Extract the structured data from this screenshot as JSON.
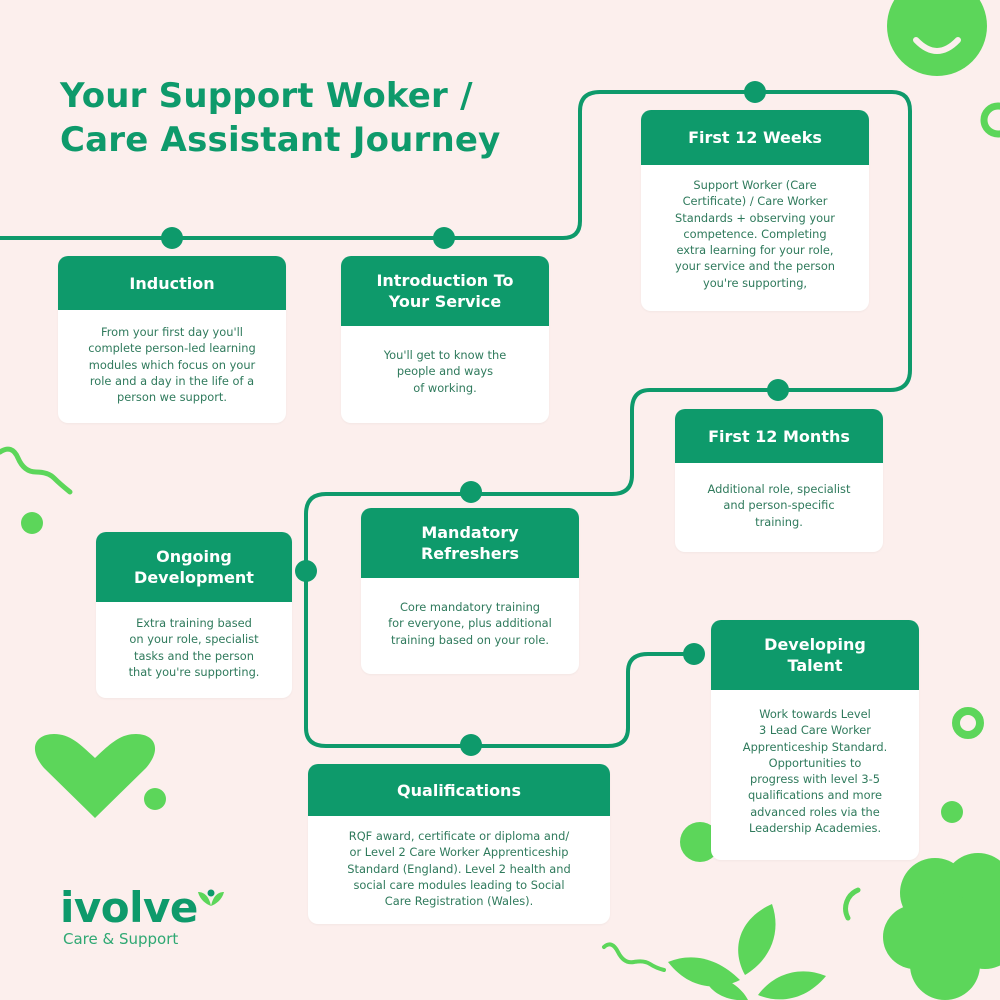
{
  "title": {
    "line1": "Your Support Woker /",
    "line2": "Care Assistant Journey"
  },
  "steps": [
    {
      "title": [
        "Induction"
      ],
      "body": [
        "From your first day you'll",
        "complete person-led learning",
        "modules which focus on your",
        "role and a day in the life of a",
        "person we support."
      ]
    },
    {
      "title": [
        "Introduction To",
        "Your Service"
      ],
      "body": [
        "You'll get to know the",
        "people and ways",
        "of working."
      ]
    },
    {
      "title": [
        "First 12 Weeks"
      ],
      "body": [
        "Support Worker (Care",
        "Certificate) / Care Worker",
        "Standards + observing your",
        "competence. Completing",
        "extra learning for your role,",
        "your service and the person",
        "you're supporting,"
      ]
    },
    {
      "title": [
        "First 12 Months"
      ],
      "body": [
        "Additional role, specialist",
        "and person-specific",
        "training."
      ]
    },
    {
      "title": [
        "Mandatory",
        "Refreshers"
      ],
      "body": [
        "Core mandatory training",
        "for everyone, plus additional",
        "training based on your role."
      ]
    },
    {
      "title": [
        "Ongoing",
        "Development"
      ],
      "body": [
        "Extra training based",
        "on your role, specialist",
        "tasks and the person",
        "that you're supporting."
      ]
    },
    {
      "title": [
        "Qualifications"
      ],
      "body": [
        "RQF award, certificate or diploma and/",
        "or Level 2 Care Worker Apprenticeship",
        "Standard (England). Level 2 health and",
        "social care modules leading to Social",
        "Care Registration (Wales)."
      ]
    },
    {
      "title": [
        "Developing",
        "Talent"
      ],
      "body": [
        "Work towards Level",
        "3 Lead Care Worker",
        "Apprenticeship Standard.",
        "Opportunities to",
        "progress with level 3-5",
        "qualifications and more",
        "advanced roles via the",
        "Leadership Academies."
      ]
    }
  ],
  "logo": {
    "word": "ivolve",
    "tagline": "Care & Support"
  },
  "colors": {
    "primary": "#0e9a6b",
    "accent": "#5cd65a",
    "background": "#fcefed",
    "body_text": "#2f7a5c"
  }
}
